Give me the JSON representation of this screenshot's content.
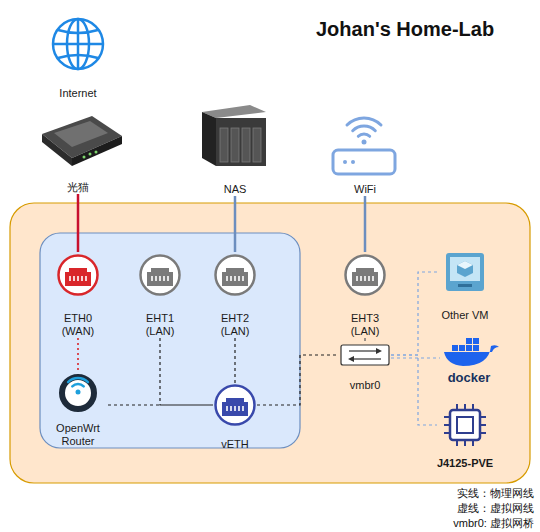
{
  "diagram": {
    "title": "Johan's Home-Lab",
    "nodes": [
      {
        "text": [
          "Internet"
        ]
      },
      {
        "text": [
          "光猫"
        ]
      },
      {
        "text": [
          "NAS"
        ]
      },
      {
        "text": [
          "WiFi"
        ]
      },
      {
        "text": [
          "ETH0 (WAN)"
        ]
      },
      {
        "text": [
          "EHT1 (LAN)"
        ]
      },
      {
        "text": [
          "EHT2 (LAN)"
        ]
      },
      {
        "text": [
          "EHT3 (LAN)"
        ]
      },
      {
        "text": [
          "Other VM"
        ]
      },
      {
        "text": [
          "vmbr0"
        ]
      },
      {
        "text": [
          "docker"
        ]
      },
      {
        "text": [
          "OpenWrt Router"
        ]
      },
      {
        "text": [
          "vETH"
        ]
      },
      {
        "text": [
          "J4125-PVE"
        ]
      }
    ],
    "edges": [
      {
        "from": 1,
        "to": 4,
        "arrow": "none"
      },
      {
        "from": 2,
        "to": 6,
        "arrow": "none"
      },
      {
        "from": 3,
        "to": 7,
        "arrow": "none"
      },
      {
        "from": 4,
        "to": 11,
        "arrow": "none"
      },
      {
        "from": 11,
        "to": 12,
        "arrow": "none"
      },
      {
        "from": 5,
        "to": 12,
        "arrow": "none"
      },
      {
        "from": 6,
        "to": 12,
        "arrow": "none"
      },
      {
        "from": 12,
        "to": 9,
        "arrow": "none"
      },
      {
        "from": 7,
        "to": 9,
        "arrow": "none"
      },
      {
        "from": 9,
        "to": 8,
        "arrow": "none"
      },
      {
        "from": 9,
        "to": 10,
        "arrow": "none"
      },
      {
        "from": 9,
        "to": 13,
        "arrow": "none"
      }
    ],
    "legend": [
      {
        "text": "实线：物理网线"
      },
      {
        "text": "虚线：虚拟网线"
      },
      {
        "text": "vmbr0: 虚拟网桥"
      }
    ]
  }
}
